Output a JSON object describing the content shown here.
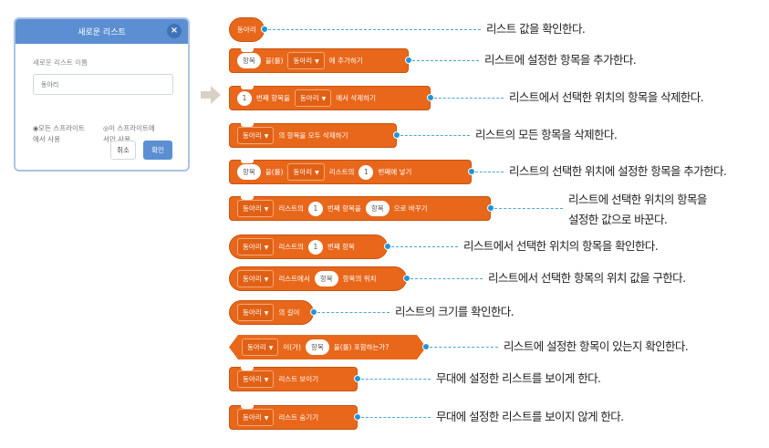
{
  "dialog": {
    "title": "새로운 리스트",
    "close_glyph": "×",
    "name_label": "새로운 리스트 이름",
    "name_placeholder": "동아리",
    "option_all_line1": "모든 스프라이트",
    "option_all_line2": "에서 사용",
    "option_this_line1": "이 스프라이트에",
    "option_this_line2": "서만 사용",
    "cancel_label": "취소",
    "ok_label": "확인"
  },
  "blocks": [
    {
      "id": "b1",
      "parts": [
        {
          "t": "text",
          "v": "동아리"
        }
      ],
      "description": "리스트 값을 확인한다."
    },
    {
      "id": "b2",
      "parts": [
        {
          "t": "pill",
          "v": "항목"
        },
        {
          "t": "text",
          "v": "을(를)"
        },
        {
          "t": "dd",
          "v": "동아리"
        },
        {
          "t": "text",
          "v": "에 추가하기"
        }
      ],
      "description": "리스트에 설정한 항목을 추가한다."
    },
    {
      "id": "b3",
      "parts": [
        {
          "t": "num",
          "v": "1"
        },
        {
          "t": "text",
          "v": "번째 항목을"
        },
        {
          "t": "dd",
          "v": "동아리"
        },
        {
          "t": "text",
          "v": "에서 삭제하기"
        }
      ],
      "description": "리스트에서 선택한 위치의 항목을 삭제한다."
    },
    {
      "id": "b4",
      "parts": [
        {
          "t": "dd",
          "v": "동아리"
        },
        {
          "t": "text",
          "v": "의 항목을 모두 삭제하기"
        }
      ],
      "description": "리스트의 모든 항목을 삭제한다."
    },
    {
      "id": "b5",
      "parts": [
        {
          "t": "pill",
          "v": "항목"
        },
        {
          "t": "text",
          "v": "을(를)"
        },
        {
          "t": "dd",
          "v": "동아리"
        },
        {
          "t": "text",
          "v": "리스트의"
        },
        {
          "t": "num",
          "v": "1"
        },
        {
          "t": "text",
          "v": "번째에 넣기"
        }
      ],
      "description": "리스트의 선택한 위치에 설정한 항목을 추가한다."
    },
    {
      "id": "b6",
      "parts": [
        {
          "t": "dd",
          "v": "동아리"
        },
        {
          "t": "text",
          "v": "리스트의"
        },
        {
          "t": "num",
          "v": "1"
        },
        {
          "t": "text",
          "v": "번째 항목을"
        },
        {
          "t": "pill",
          "v": "항목"
        },
        {
          "t": "text",
          "v": "으로 바꾸기"
        }
      ],
      "description": "리스트에 선택한 위치의 항목을",
      "description2": "설정한 값으로 바꾼다."
    },
    {
      "id": "b7",
      "parts": [
        {
          "t": "dd",
          "v": "동아리"
        },
        {
          "t": "text",
          "v": "리스트의"
        },
        {
          "t": "num",
          "v": "1"
        },
        {
          "t": "text",
          "v": "번째 항목"
        }
      ],
      "description": "리스트에서 선택한 위치의 항목을 확인한다."
    },
    {
      "id": "b8",
      "parts": [
        {
          "t": "dd",
          "v": "동아리"
        },
        {
          "t": "text",
          "v": "리스트에서"
        },
        {
          "t": "pill",
          "v": "항목"
        },
        {
          "t": "text",
          "v": "항목의 위치"
        }
      ],
      "description": "리스트에서 선택한 항목의 위치 값을 구한다."
    },
    {
      "id": "b9",
      "parts": [
        {
          "t": "dd",
          "v": "동아리"
        },
        {
          "t": "text",
          "v": "의 길이"
        }
      ],
      "description": "리스트의 크기를 확인한다."
    },
    {
      "id": "b10",
      "parts": [
        {
          "t": "dd",
          "v": "동아리"
        },
        {
          "t": "text",
          "v": "이(가)"
        },
        {
          "t": "pill",
          "v": "항목"
        },
        {
          "t": "text",
          "v": "을(를) 포함하는가?"
        }
      ],
      "description": "리스트에 설정한 항목이 있는지 확인한다."
    },
    {
      "id": "b11",
      "parts": [
        {
          "t": "dd",
          "v": "동아리"
        },
        {
          "t": "text",
          "v": "리스트 보이기"
        }
      ],
      "description": "무대에 설정한 리스트를 보이게 한다."
    },
    {
      "id": "b12",
      "parts": [
        {
          "t": "dd",
          "v": "동아리"
        },
        {
          "t": "text",
          "v": "리스트 숨기기"
        }
      ],
      "description": "무대에 설정한 리스트를 보이지 않게 한다."
    }
  ],
  "icons": {
    "dropdown": "chevron-down-icon",
    "radio": "radio-icon",
    "close": "close-icon",
    "arrow": "arrow-right-icon"
  },
  "colors": {
    "block": "#e8671b",
    "header": "#5b8fd1",
    "connector": "#1f95d8"
  }
}
